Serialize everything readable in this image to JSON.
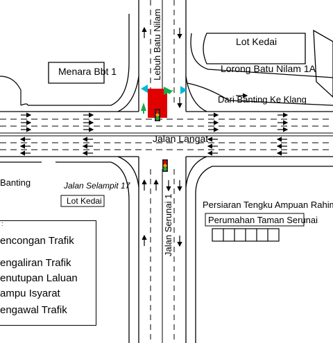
{
  "labels": {
    "lot_kedai_top": "Lot Kedai",
    "lorong": "Lorong Batu Nilam 1A",
    "menara": "Menara Bbt 1",
    "lebuh": "Lebuh Batu Nilam",
    "dari_banting": "Dari Banting Ke Klang",
    "jalan_langat": "Jalan Langat",
    "banting": "Banting",
    "jalan_selampit": "Jalan Selampit 17",
    "lot_kedai_bottom": "Lot Kedai",
    "persiaran": "Persiaran Tengku Ampuan Rahimah",
    "perumahan": "Perumahan Taman Serunai",
    "jalan_serunai": "Jalan Serunai 1"
  },
  "legend": {
    "header": ":",
    "items": [
      "encongan Trafik",
      "engaliran Trafik",
      "enutupan Laluan",
      "ampu Isyarat",
      "engawal Trafik"
    ]
  },
  "colors": {
    "road_line": "#000000",
    "closure": "#e00000",
    "traffic_flow_arrow": "#19a84a",
    "diversion_arrow": "#00b8d8",
    "signal_red": "#e00000",
    "signal_amber": "#f0a000",
    "signal_green": "#1fae3a"
  },
  "icons": [
    "traffic-light-icon",
    "traffic-light-icon",
    "lane-arrow-icon",
    "diversion-arrow-icon",
    "traffic-flow-arrow-icon"
  ]
}
